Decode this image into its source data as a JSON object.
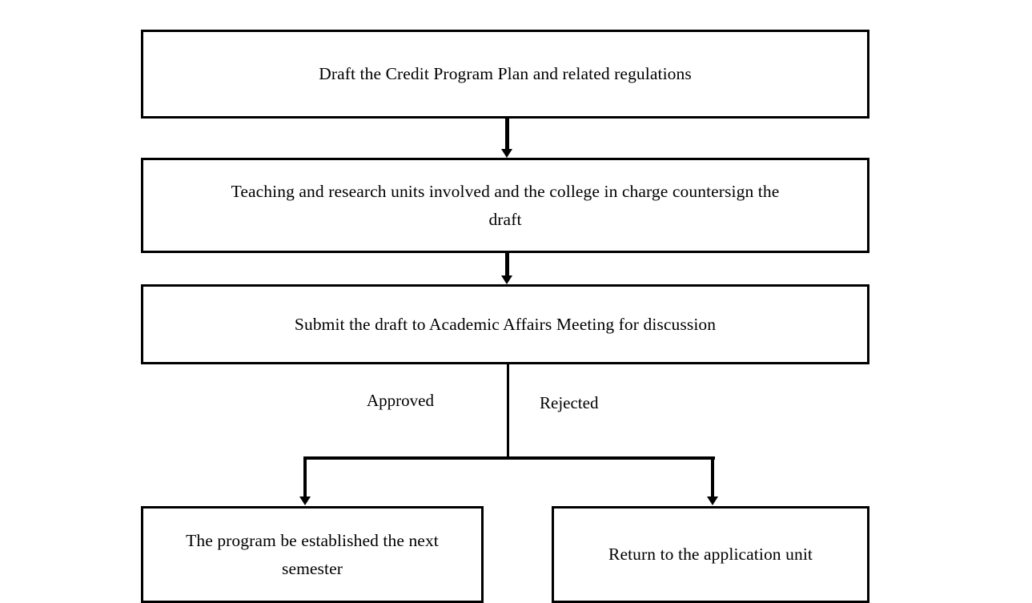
{
  "diagram": {
    "title": "Credit Program Plan approval flowchart",
    "orientation": "top-to-bottom",
    "colors": {
      "background": "#ffffff",
      "stroke": "#000000",
      "text": "#000000",
      "node_fill": "#ffffff"
    },
    "nodes": [
      {
        "id": "draft",
        "shape": "rectangle",
        "label": "Draft the Credit Program Plan and related regulations"
      },
      {
        "id": "countersign",
        "shape": "rectangle",
        "label": "Teaching and research units involved and the college in charge countersign the\ndraft"
      },
      {
        "id": "submit",
        "shape": "rectangle",
        "label": "Submit the draft to Academic Affairs Meeting for discussion"
      },
      {
        "id": "established",
        "shape": "rectangle",
        "label": "The program be established the next\nsemester"
      },
      {
        "id": "return",
        "shape": "rectangle",
        "label": "Return to the application unit"
      }
    ],
    "edges": [
      {
        "id": "e1",
        "from": "draft",
        "to": "countersign",
        "label": "",
        "arrow": "down"
      },
      {
        "id": "e2",
        "from": "countersign",
        "to": "submit",
        "label": "",
        "arrow": "down"
      },
      {
        "id": "e3",
        "from": "submit",
        "to": "established",
        "label": "Approved",
        "arrow": "down"
      },
      {
        "id": "e4",
        "from": "submit",
        "to": "return",
        "label": "Rejected",
        "arrow": "down"
      }
    ]
  }
}
